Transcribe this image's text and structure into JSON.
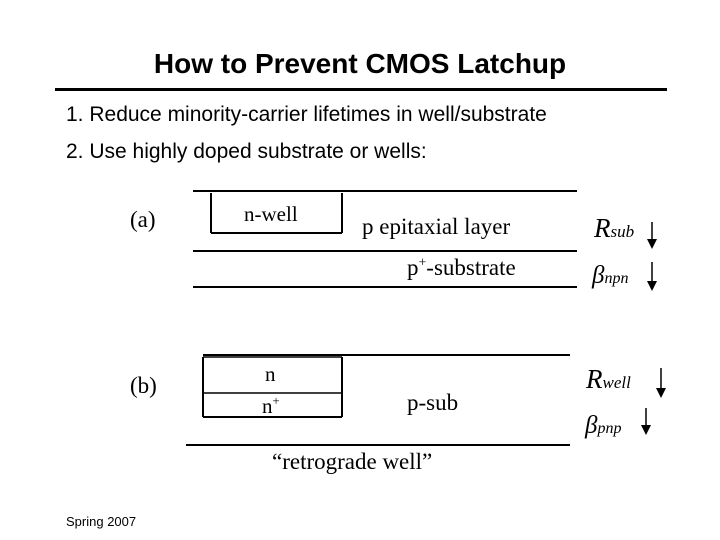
{
  "slide": {
    "title": "How to Prevent CMOS Latchup",
    "points": [
      "1. Reduce minority-carrier lifetimes in well/substrate",
      "2. Use highly doped substrate or wells:"
    ],
    "footer": "Spring 2007"
  },
  "diagram_a": {
    "label": "(a)",
    "well_label": "n-well",
    "epi_label": "p epitaxial layer",
    "substrate_base": "p",
    "substrate_sup": "+",
    "substrate_rest": "-substrate",
    "r_symbol": "R",
    "r_sub": "sub",
    "beta_symbol": "β",
    "beta_sub": "npn",
    "arrow_direction": "down"
  },
  "diagram_b": {
    "label": "(b)",
    "well_upper": "n",
    "well_lower_base": "n",
    "well_lower_sup": "+",
    "sub_label": "p-sub",
    "caption": "“retrograde well”",
    "r_symbol": "R",
    "r_sub": "well",
    "beta_symbol": "β",
    "beta_sub": "pnp",
    "arrow_direction": "down"
  }
}
